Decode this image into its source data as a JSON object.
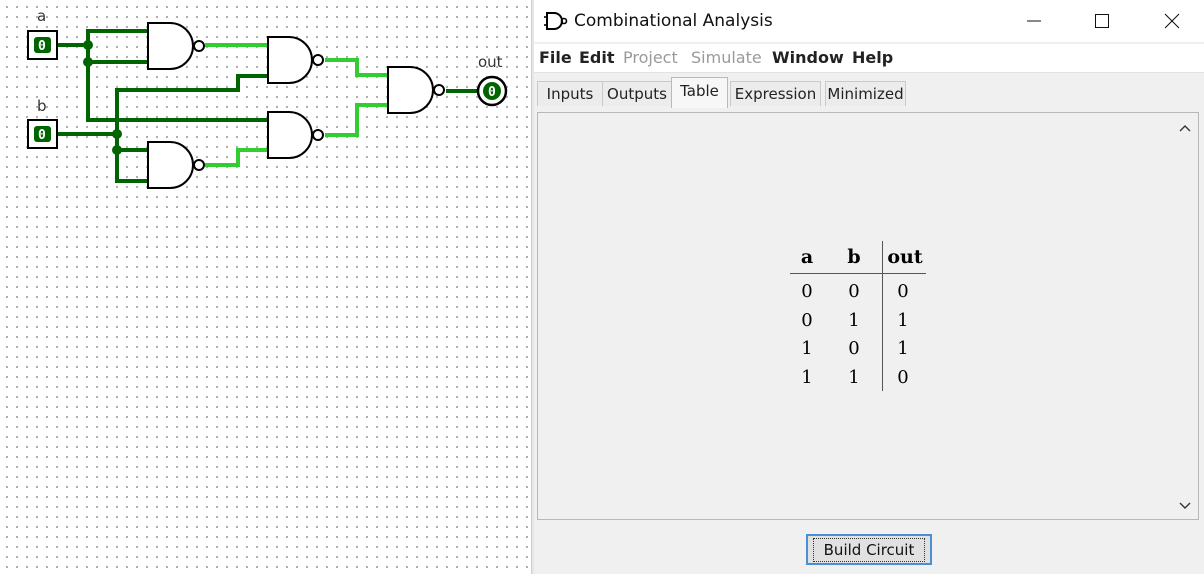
{
  "circuit": {
    "input_a": {
      "label": "a",
      "value": "0"
    },
    "input_b": {
      "label": "b",
      "value": "0"
    },
    "output": {
      "label": "out",
      "value": "0"
    },
    "colors": {
      "wire_low": "#006400",
      "wire_high": "#32cd32"
    }
  },
  "window": {
    "title": "Combinational Analysis",
    "menu": [
      {
        "label": "File",
        "enabled": true
      },
      {
        "label": "Edit",
        "enabled": true
      },
      {
        "label": "Project",
        "enabled": false
      },
      {
        "label": "Simulate",
        "enabled": false
      },
      {
        "label": "Window",
        "enabled": true
      },
      {
        "label": "Help",
        "enabled": true
      }
    ],
    "tabs": [
      {
        "label": "Inputs",
        "active": false
      },
      {
        "label": "Outputs",
        "active": false
      },
      {
        "label": "Table",
        "active": true
      },
      {
        "label": "Expression",
        "active": false
      },
      {
        "label": "Minimized",
        "active": false
      }
    ],
    "table": {
      "headers": [
        "a",
        "b",
        "out"
      ],
      "rows": [
        [
          "0",
          "0",
          "0"
        ],
        [
          "0",
          "1",
          "1"
        ],
        [
          "1",
          "0",
          "1"
        ],
        [
          "1",
          "1",
          "0"
        ]
      ]
    },
    "build_button": "Build Circuit",
    "icons": [
      "app-gate-icon",
      "minimize-icon",
      "maximize-icon",
      "close-icon",
      "scroll-up-icon",
      "scroll-down-icon"
    ]
  }
}
